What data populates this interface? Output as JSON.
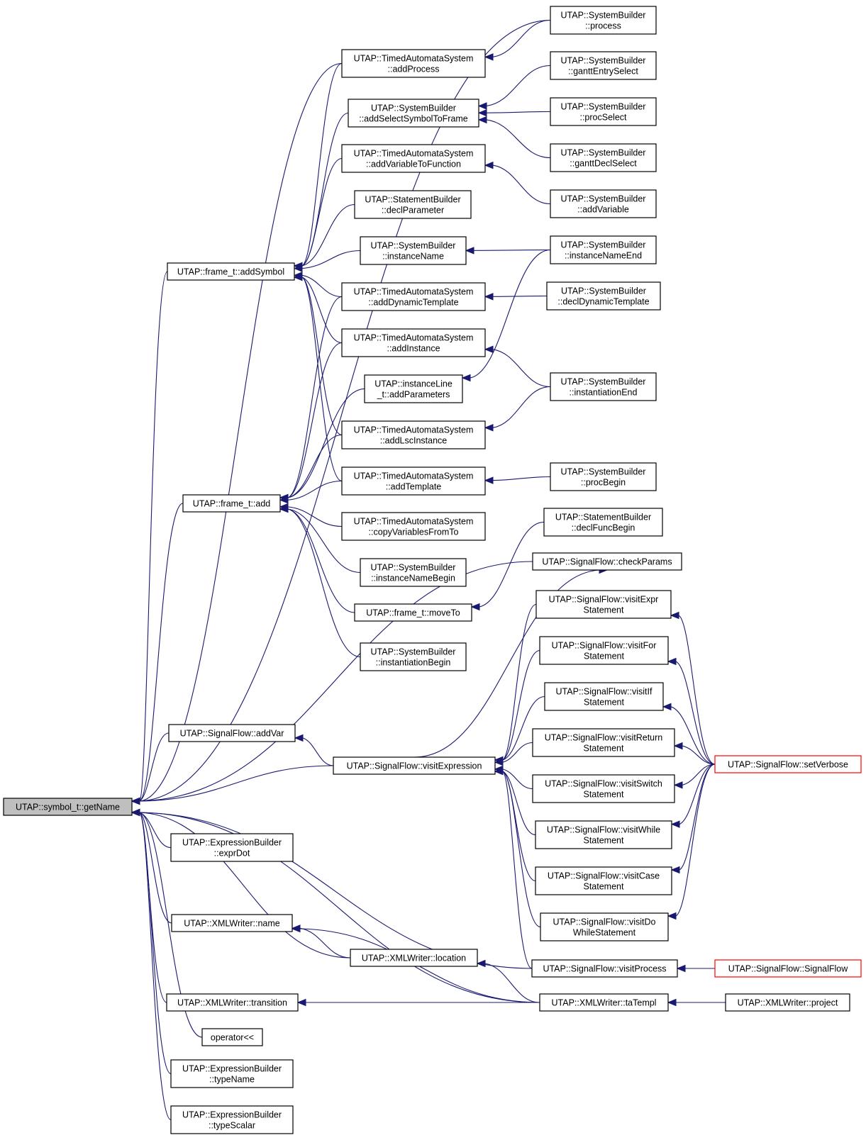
{
  "colors": {
    "edge": "#191970",
    "root_fill": "#bfbfbf",
    "node_border": "#000000",
    "truncated_border": "#ff0000"
  },
  "nodes": [
    {
      "id": "getName",
      "lines": [
        "UTAP::symbol_t::getName"
      ],
      "style": "root"
    },
    {
      "id": "frameAddSymbol",
      "lines": [
        "UTAP::frame_t::addSymbol"
      ]
    },
    {
      "id": "frameAdd",
      "lines": [
        "UTAP::frame_t::add"
      ]
    },
    {
      "id": "sfAddVar",
      "lines": [
        "UTAP::SignalFlow::addVar"
      ]
    },
    {
      "id": "sfVisitExpression",
      "lines": [
        "UTAP::SignalFlow::visitExpression"
      ]
    },
    {
      "id": "ebExprDot",
      "lines": [
        "UTAP::ExpressionBuilder",
        "::exprDot"
      ]
    },
    {
      "id": "xwName",
      "lines": [
        "UTAP::XMLWriter::name"
      ]
    },
    {
      "id": "xwLocation",
      "lines": [
        "UTAP::XMLWriter::location"
      ]
    },
    {
      "id": "xwTransition",
      "lines": [
        "UTAP::XMLWriter::transition"
      ]
    },
    {
      "id": "opLL",
      "lines": [
        "operator<<"
      ]
    },
    {
      "id": "ebTypeName",
      "lines": [
        "UTAP::ExpressionBuilder",
        "::typeName"
      ]
    },
    {
      "id": "ebTypeScalar",
      "lines": [
        "UTAP::ExpressionBuilder",
        "::typeScalar"
      ]
    },
    {
      "id": "tasAddProcess",
      "lines": [
        "UTAP::TimedAutomataSystem",
        "::addProcess"
      ]
    },
    {
      "id": "sbAddSelectSymbolToFrame",
      "lines": [
        "UTAP::SystemBuilder",
        "::addSelectSymbolToFrame"
      ]
    },
    {
      "id": "tasAddVariableToFunction",
      "lines": [
        "UTAP::TimedAutomataSystem",
        "::addVariableToFunction"
      ]
    },
    {
      "id": "stbDeclParameter",
      "lines": [
        "UTAP::StatementBuilder",
        "::declParameter"
      ]
    },
    {
      "id": "sbInstanceName",
      "lines": [
        "UTAP::SystemBuilder",
        "::instanceName"
      ]
    },
    {
      "id": "tasAddDynamicTemplate",
      "lines": [
        "UTAP::TimedAutomataSystem",
        "::addDynamicTemplate"
      ]
    },
    {
      "id": "tasAddInstance",
      "lines": [
        "UTAP::TimedAutomataSystem",
        "::addInstance"
      ]
    },
    {
      "id": "ilAddParameters",
      "lines": [
        "UTAP::instanceLine",
        "_t::addParameters"
      ]
    },
    {
      "id": "tasAddLscInstance",
      "lines": [
        "UTAP::TimedAutomataSystem",
        "::addLscInstance"
      ]
    },
    {
      "id": "tasAddTemplate",
      "lines": [
        "UTAP::TimedAutomataSystem",
        "::addTemplate"
      ]
    },
    {
      "id": "tasCopyVariablesFromTo",
      "lines": [
        "UTAP::TimedAutomataSystem",
        "::copyVariablesFromTo"
      ]
    },
    {
      "id": "sbInstanceNameBegin",
      "lines": [
        "UTAP::SystemBuilder",
        "::instanceNameBegin"
      ]
    },
    {
      "id": "frameMoveTo",
      "lines": [
        "UTAP::frame_t::moveTo"
      ]
    },
    {
      "id": "sbInstantiationBegin",
      "lines": [
        "UTAP::SystemBuilder",
        "::instantiationBegin"
      ]
    },
    {
      "id": "sbProcess",
      "lines": [
        "UTAP::SystemBuilder",
        "::process"
      ]
    },
    {
      "id": "sbGanttEntrySelect",
      "lines": [
        "UTAP::SystemBuilder",
        "::ganttEntrySelect"
      ]
    },
    {
      "id": "sbProcSelect",
      "lines": [
        "UTAP::SystemBuilder",
        "::procSelect"
      ]
    },
    {
      "id": "sbGanttDeclSelect",
      "lines": [
        "UTAP::SystemBuilder",
        "::ganttDeclSelect"
      ]
    },
    {
      "id": "sbAddVariable",
      "lines": [
        "UTAP::SystemBuilder",
        "::addVariable"
      ]
    },
    {
      "id": "sbInstanceNameEnd",
      "lines": [
        "UTAP::SystemBuilder",
        "::instanceNameEnd"
      ]
    },
    {
      "id": "sbDeclDynamicTemplate",
      "lines": [
        "UTAP::SystemBuilder",
        "::declDynamicTemplate"
      ]
    },
    {
      "id": "sbInstantiationEnd",
      "lines": [
        "UTAP::SystemBuilder",
        "::instantiationEnd"
      ]
    },
    {
      "id": "sbProcBegin",
      "lines": [
        "UTAP::SystemBuilder",
        "::procBegin"
      ]
    },
    {
      "id": "stbDeclFuncBegin",
      "lines": [
        "UTAP::StatementBuilder",
        "::declFuncBegin"
      ]
    },
    {
      "id": "sfCheckParams",
      "lines": [
        "UTAP::SignalFlow::checkParams"
      ]
    },
    {
      "id": "sfVisitExprStatement",
      "lines": [
        "UTAP::SignalFlow::visitExpr",
        "Statement"
      ]
    },
    {
      "id": "sfVisitForStatement",
      "lines": [
        "UTAP::SignalFlow::visitFor",
        "Statement"
      ]
    },
    {
      "id": "sfVisitIfStatement",
      "lines": [
        "UTAP::SignalFlow::visitIf",
        "Statement"
      ]
    },
    {
      "id": "sfVisitReturnStatement",
      "lines": [
        "UTAP::SignalFlow::visitReturn",
        "Statement"
      ]
    },
    {
      "id": "sfVisitSwitchStatement",
      "lines": [
        "UTAP::SignalFlow::visitSwitch",
        "Statement"
      ]
    },
    {
      "id": "sfVisitWhileStatement",
      "lines": [
        "UTAP::SignalFlow::visitWhile",
        "Statement"
      ]
    },
    {
      "id": "sfVisitCaseStatement",
      "lines": [
        "UTAP::SignalFlow::visitCase",
        "Statement"
      ]
    },
    {
      "id": "sfVisitDoWhileStatement",
      "lines": [
        "UTAP::SignalFlow::visitDo",
        "WhileStatement"
      ]
    },
    {
      "id": "sfVisitProcess",
      "lines": [
        "UTAP::SignalFlow::visitProcess"
      ]
    },
    {
      "id": "xwTaTempl",
      "lines": [
        "UTAP::XMLWriter::taTempl"
      ]
    },
    {
      "id": "sfSetVerbose",
      "lines": [
        "UTAP::SignalFlow::setVerbose"
      ],
      "style": "truncated"
    },
    {
      "id": "sfSignalFlow",
      "lines": [
        "UTAP::SignalFlow::SignalFlow"
      ],
      "style": "truncated"
    },
    {
      "id": "xwProject",
      "lines": [
        "UTAP::XMLWriter::project"
      ]
    }
  ],
  "edges": [
    {
      "from": "sbProcess",
      "to": "getName"
    },
    {
      "from": "tasAddProcess",
      "to": "getName"
    },
    {
      "from": "frameAddSymbol",
      "to": "getName"
    },
    {
      "from": "frameAdd",
      "to": "getName"
    },
    {
      "from": "sfCheckParams",
      "to": "getName"
    },
    {
      "from": "sfAddVar",
      "to": "getName"
    },
    {
      "from": "sfVisitExpression",
      "to": "getName"
    },
    {
      "from": "ebExprDot",
      "to": "getName"
    },
    {
      "from": "sfVisitProcess",
      "to": "getName"
    },
    {
      "from": "xwTaTempl",
      "to": "getName"
    },
    {
      "from": "xwName",
      "to": "getName"
    },
    {
      "from": "xwLocation",
      "to": "getName"
    },
    {
      "from": "xwTransition",
      "to": "getName"
    },
    {
      "from": "opLL",
      "to": "getName"
    },
    {
      "from": "ebTypeName",
      "to": "getName"
    },
    {
      "from": "ebTypeScalar",
      "to": "getName"
    },
    {
      "from": "tasAddProcess",
      "to": "frameAddSymbol"
    },
    {
      "from": "sbAddSelectSymbolToFrame",
      "to": "frameAddSymbol"
    },
    {
      "from": "tasAddVariableToFunction",
      "to": "frameAddSymbol"
    },
    {
      "from": "stbDeclParameter",
      "to": "frameAddSymbol"
    },
    {
      "from": "sbInstanceName",
      "to": "frameAddSymbol"
    },
    {
      "from": "tasAddDynamicTemplate",
      "to": "frameAddSymbol"
    },
    {
      "from": "tasAddInstance",
      "to": "frameAddSymbol"
    },
    {
      "from": "tasAddLscInstance",
      "to": "frameAddSymbol"
    },
    {
      "from": "tasAddTemplate",
      "to": "frameAddSymbol"
    },
    {
      "from": "tasAddDynamicTemplate",
      "to": "frameAdd"
    },
    {
      "from": "tasAddInstance",
      "to": "frameAdd"
    },
    {
      "from": "ilAddParameters",
      "to": "frameAdd"
    },
    {
      "from": "tasAddLscInstance",
      "to": "frameAdd"
    },
    {
      "from": "tasAddTemplate",
      "to": "frameAdd"
    },
    {
      "from": "tasCopyVariablesFromTo",
      "to": "frameAdd"
    },
    {
      "from": "sbInstanceNameBegin",
      "to": "frameAdd"
    },
    {
      "from": "frameMoveTo",
      "to": "frameAdd"
    },
    {
      "from": "sbInstantiationBegin",
      "to": "frameAdd"
    },
    {
      "from": "sbProcess",
      "to": "tasAddProcess"
    },
    {
      "from": "sbGanttEntrySelect",
      "to": "sbAddSelectSymbolToFrame"
    },
    {
      "from": "sbProcSelect",
      "to": "sbAddSelectSymbolToFrame"
    },
    {
      "from": "sbGanttDeclSelect",
      "to": "sbAddSelectSymbolToFrame"
    },
    {
      "from": "sbAddVariable",
      "to": "tasAddVariableToFunction"
    },
    {
      "from": "sbInstanceNameEnd",
      "to": "sbInstanceName"
    },
    {
      "from": "sbDeclDynamicTemplate",
      "to": "tasAddDynamicTemplate"
    },
    {
      "from": "sbInstantiationEnd",
      "to": "tasAddInstance"
    },
    {
      "from": "sbInstanceNameEnd",
      "to": "ilAddParameters"
    },
    {
      "from": "sbInstantiationEnd",
      "to": "tasAddLscInstance"
    },
    {
      "from": "sbProcBegin",
      "to": "tasAddTemplate"
    },
    {
      "from": "stbDeclFuncBegin",
      "to": "frameMoveTo"
    },
    {
      "from": "sfVisitExpression",
      "to": "sfAddVar"
    },
    {
      "from": "sfVisitExpression",
      "to": "sfCheckParams"
    },
    {
      "from": "sfVisitExprStatement",
      "to": "sfVisitExpression"
    },
    {
      "from": "sfVisitForStatement",
      "to": "sfVisitExpression"
    },
    {
      "from": "sfVisitIfStatement",
      "to": "sfVisitExpression"
    },
    {
      "from": "sfVisitReturnStatement",
      "to": "sfVisitExpression"
    },
    {
      "from": "sfVisitSwitchStatement",
      "to": "sfVisitExpression"
    },
    {
      "from": "sfVisitWhileStatement",
      "to": "sfVisitExpression"
    },
    {
      "from": "sfVisitCaseStatement",
      "to": "sfVisitExpression"
    },
    {
      "from": "sfVisitDoWhileStatement",
      "to": "sfVisitExpression"
    },
    {
      "from": "sfVisitProcess",
      "to": "sfVisitExpression"
    },
    {
      "from": "sfSetVerbose",
      "to": "sfVisitExprStatement"
    },
    {
      "from": "sfSetVerbose",
      "to": "sfVisitForStatement"
    },
    {
      "from": "sfSetVerbose",
      "to": "sfVisitIfStatement"
    },
    {
      "from": "sfSetVerbose",
      "to": "sfVisitReturnStatement"
    },
    {
      "from": "sfSetVerbose",
      "to": "sfVisitSwitchStatement"
    },
    {
      "from": "sfSetVerbose",
      "to": "sfVisitWhileStatement"
    },
    {
      "from": "sfSetVerbose",
      "to": "sfVisitCaseStatement"
    },
    {
      "from": "sfSetVerbose",
      "to": "sfVisitDoWhileStatement"
    },
    {
      "from": "sfSignalFlow",
      "to": "sfVisitProcess"
    },
    {
      "from": "xwTaTempl",
      "to": "xwName"
    },
    {
      "from": "xwLocation",
      "to": "xwName"
    },
    {
      "from": "xwTaTempl",
      "to": "xwLocation"
    },
    {
      "from": "xwTaTempl",
      "to": "xwTransition"
    },
    {
      "from": "xwProject",
      "to": "xwTaTempl"
    }
  ]
}
